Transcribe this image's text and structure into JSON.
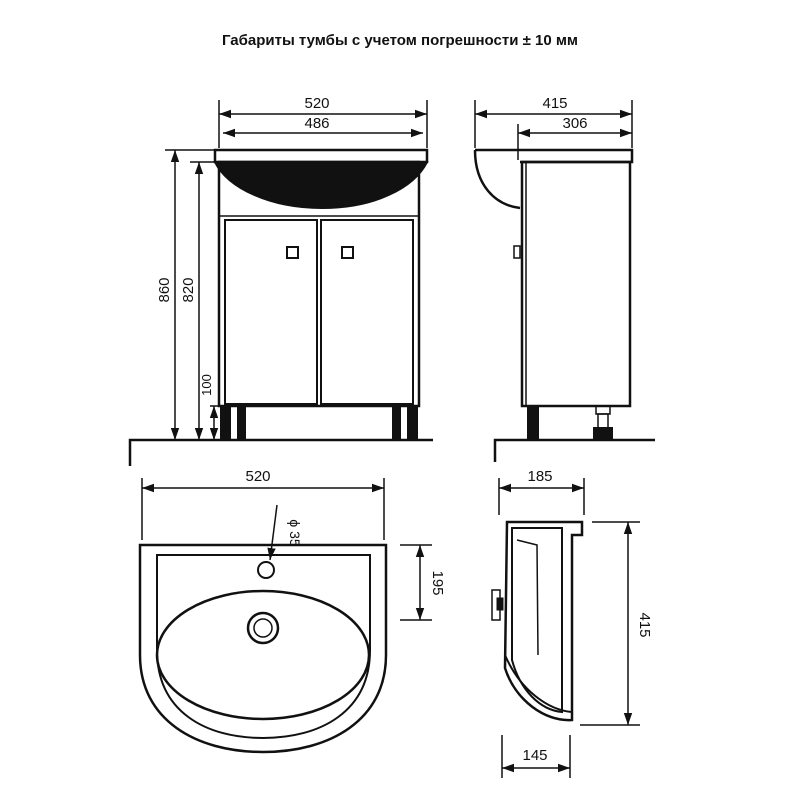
{
  "title": "Габариты тумбы с учетом погрешности ± 10 мм",
  "front_view": {
    "width_total": "520",
    "width_inner": "486",
    "height_total": "860",
    "height_body": "820",
    "leg_height": "100"
  },
  "side_view": {
    "depth_total": "415",
    "depth_body": "306"
  },
  "basin_top_view": {
    "width": "520",
    "hole_diameter": "ϕ 35",
    "hole_offset": "195"
  },
  "basin_side_view": {
    "top_width": "185",
    "bottom_width": "145",
    "depth": "415"
  },
  "colors": {
    "line": "#111111",
    "background": "#ffffff"
  }
}
